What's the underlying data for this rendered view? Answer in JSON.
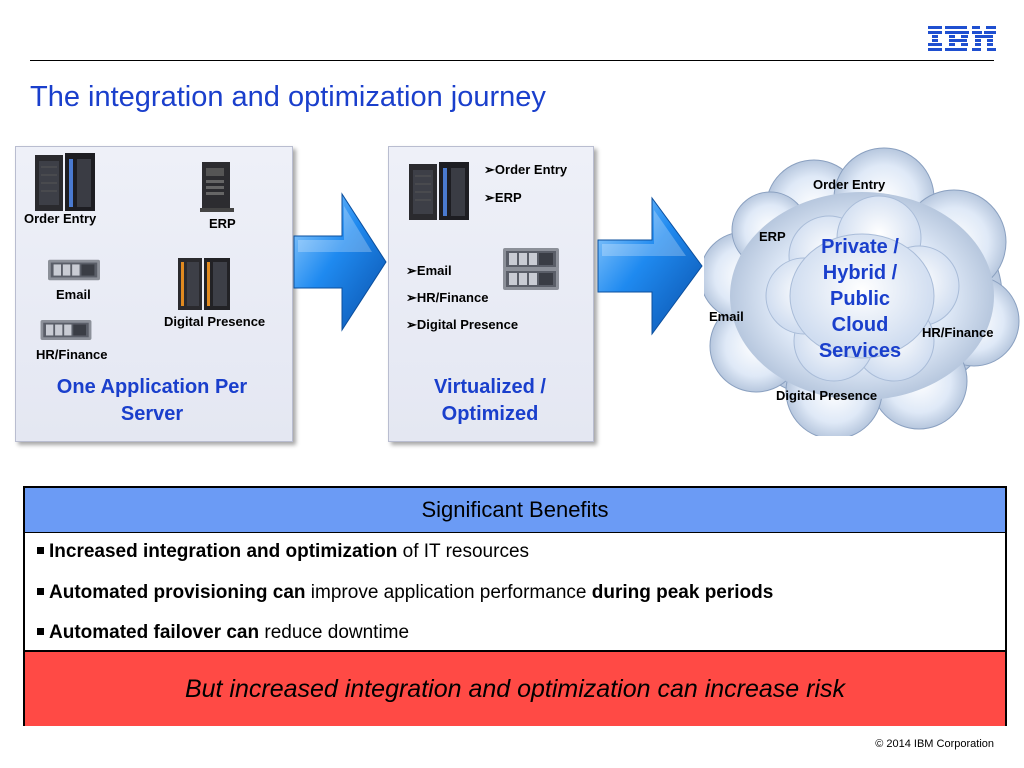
{
  "header": {
    "logo": "IBM",
    "title": "The integration and optimization journey"
  },
  "panel1": {
    "servers": {
      "order_entry": "Order Entry",
      "erp": "ERP",
      "email": "Email",
      "digital_presence": "Digital Presence",
      "hr_finance": "HR/Finance"
    },
    "caption": "One Application Per Server"
  },
  "panel2": {
    "group1": [
      "Order Entry",
      "ERP"
    ],
    "group2": [
      "Email",
      "HR/Finance",
      "Digital Presence"
    ],
    "caption": "Virtualized / Optimized"
  },
  "cloud": {
    "center": "Private / Hybrid / Public Cloud Services",
    "order_entry": "Order Entry",
    "erp": "ERP",
    "email": "Email",
    "hr_finance": "HR/Finance",
    "digital_presence": "Digital Presence"
  },
  "benefits": {
    "heading": "Significant Benefits",
    "rows": [
      {
        "bold1": "Increased integration and optimization",
        "normal1": " of IT resources",
        "bold2": ""
      },
      {
        "bold1": "Automated provisioning can",
        "normal1": " improve application performance ",
        "bold2": "during peak periods"
      },
      {
        "bold1": "Automated failover can",
        "normal1": " reduce downtime",
        "bold2": ""
      }
    ],
    "risk": "But increased integration and optimization can increase risk"
  },
  "footer": {
    "copyright": "© 2014 IBM Corporation"
  },
  "colors": {
    "accent_blue": "#1a3fcc",
    "table_header": "#6b9bf5",
    "risk_red": "#ff4a45"
  }
}
